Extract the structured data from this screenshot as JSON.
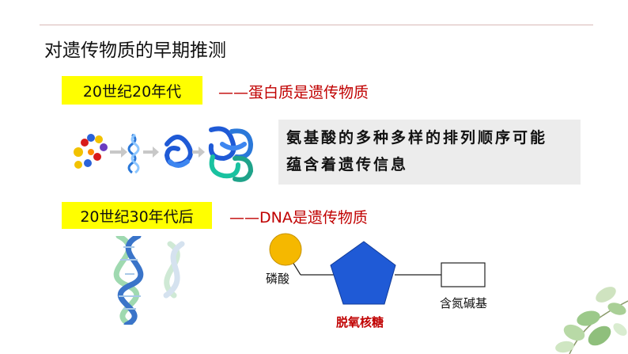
{
  "slide": {
    "title": "对遗传物质的早期推测",
    "section1": {
      "tag": "20世纪20年代",
      "claim": "——蛋白质是遗传物质"
    },
    "note_lines": [
      "氨基酸的多种多样的排列顺序可能",
      "蕴含着遗传信息"
    ],
    "section2": {
      "tag": "20世纪30年代后",
      "claim": "——DNA是遗传物质"
    },
    "nucleotide": {
      "phosphate": "磷酸",
      "sugar": "脱氧核糖",
      "base": "含氮碱基"
    }
  },
  "colors": {
    "highlight": "#ffff00",
    "accent_red": "#c00000",
    "phosphate": "#f5b800",
    "sugar": "#1f5ad6"
  }
}
